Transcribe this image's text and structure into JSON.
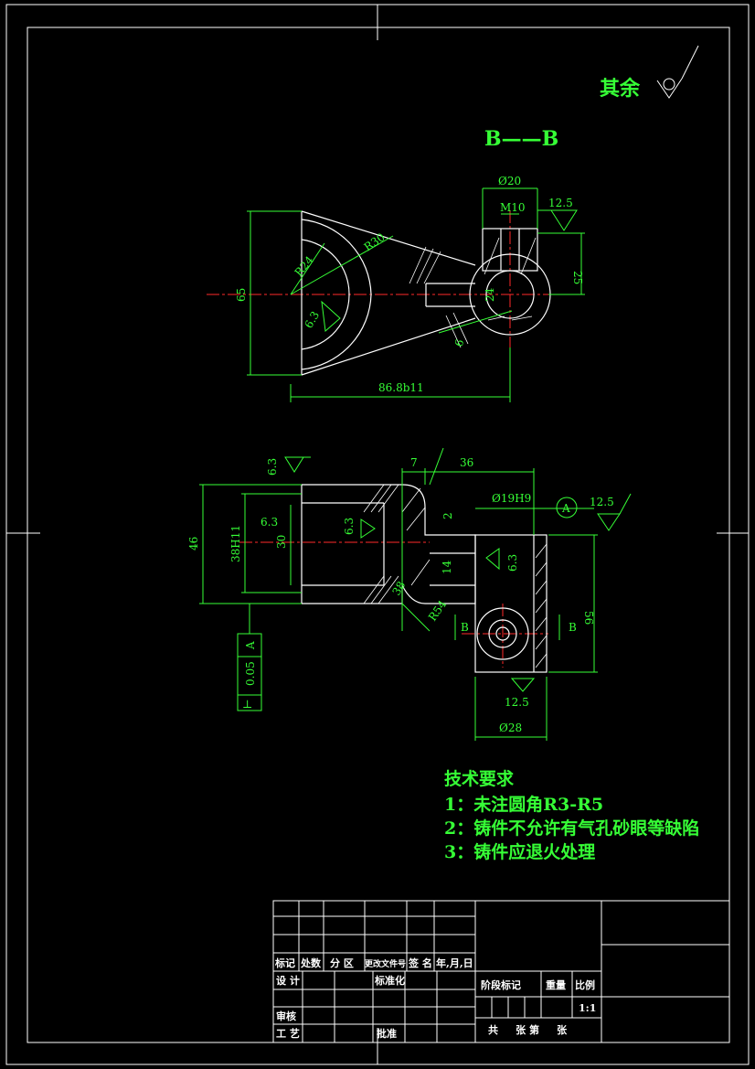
{
  "roughness_note": "其余",
  "section_title": "B——B",
  "top_view": {
    "dia_20": "Ø20",
    "thread": "M10",
    "rough_1": "12.5",
    "dim_25": "25",
    "radius_r30": "R30",
    "radius_r24": "R24",
    "dim_65": "65",
    "rough_2": "6.3",
    "dim_24": "24",
    "dim_6": "6",
    "length": "86.8b11"
  },
  "front_view": {
    "rough_top": "6.3",
    "dim_7": "7",
    "dim_36": "36",
    "bore": "Ø19H9",
    "datum_ref": "A",
    "rough_right": "12.5",
    "dim_46": "46",
    "dim_38": "38H11",
    "dim_30": "30",
    "rough_left": "6.3",
    "rough_inner": "6.3",
    "dim_2": "2",
    "dim_14": "14",
    "dim_56": "56",
    "dim_38b": "38",
    "radius_r54": "R54",
    "rough_mid": "6.3",
    "section_mark_l": "B",
    "section_mark_r": "B",
    "rough_bottom": "12.5",
    "dia_28": "Ø28",
    "perp_symbol": "⊥",
    "perp_tol": "0.05",
    "perp_datum": "A"
  },
  "tech_requirements": {
    "title": "技术要求",
    "items": [
      "1：未注圆角R3-R5",
      "2：铸件不允许有气孔砂眼等缺陷",
      "3：铸件应退火处理"
    ]
  },
  "title_block": {
    "h_mark": "标记",
    "h_count": "处数",
    "h_zone": "分 区",
    "h_doc": "更改文件号",
    "h_sign": "签 名",
    "h_date": "年,月,日",
    "design": "设 计",
    "standard": "标准化",
    "stage": "阶段标记",
    "weight": "重量",
    "ratio": "比例",
    "ratio_val": "1:1",
    "review": "审核",
    "process": "工 艺",
    "approve": "批准",
    "sheets": "共     张 第     张"
  }
}
